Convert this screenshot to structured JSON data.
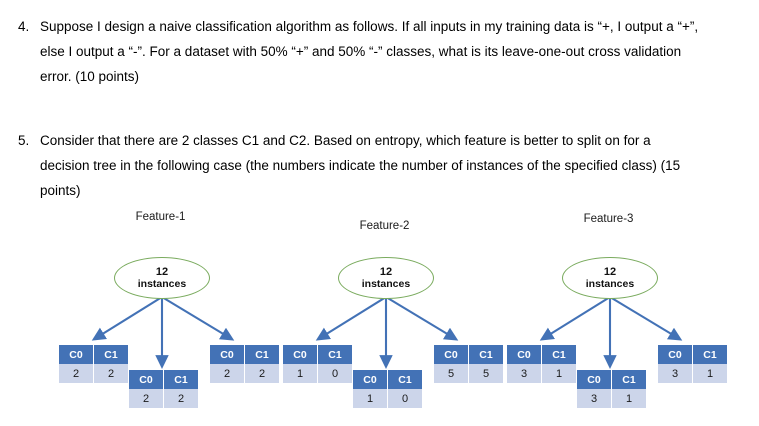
{
  "questions": [
    {
      "number": "4.",
      "text": "Suppose I design a naive classification algorithm as follows. If all inputs in my training data is “+, I output a “+”, else I output a “-”. For a dataset with 50% “+” and 50% “-” classes, what is its leave-one-out cross validation error. (10 points)"
    },
    {
      "number": "5.",
      "text": "Consider that there are 2 classes C1 and C2. Based on entropy, which feature is better to split on for a decision tree in the following case (the numbers indicate the number of instances of the specified class) (15 points)"
    }
  ],
  "colors": {
    "table_header_bg": "#4372b6",
    "table_header_text": "#ffffff",
    "table_cell_bg": "#ccd5ea",
    "arrow": "#4372b6",
    "ellipse_border": "#7aab5e",
    "page_bg": "#ffffff"
  },
  "diagram": {
    "column_headers": [
      "C0",
      "C1"
    ],
    "features": [
      {
        "title": "Feature-1",
        "root": {
          "count": "12",
          "label": "instances"
        },
        "branches": [
          {
            "position": "left",
            "headers": [
              "C0",
              "C1"
            ],
            "values": [
              "2",
              "2"
            ]
          },
          {
            "position": "mid",
            "headers": [
              "C0",
              "C1"
            ],
            "values": [
              "2",
              "2"
            ]
          },
          {
            "position": "right",
            "headers": [
              "C0",
              "C1"
            ],
            "values": [
              "2",
              "2"
            ]
          }
        ]
      },
      {
        "title": "Feature-2",
        "root": {
          "count": "12",
          "label": "instances"
        },
        "branches": [
          {
            "position": "left",
            "headers": [
              "C0",
              "C1"
            ],
            "values": [
              "1",
              "0"
            ]
          },
          {
            "position": "mid",
            "headers": [
              "C0",
              "C1"
            ],
            "values": [
              "1",
              "0"
            ]
          },
          {
            "position": "right",
            "headers": [
              "C0",
              "C1"
            ],
            "values": [
              "5",
              "5"
            ]
          }
        ]
      },
      {
        "title": "Feature-3",
        "root": {
          "count": "12",
          "label": "instances"
        },
        "branches": [
          {
            "position": "left",
            "headers": [
              "C0",
              "C1"
            ],
            "values": [
              "3",
              "1"
            ]
          },
          {
            "position": "mid",
            "headers": [
              "C0",
              "C1"
            ],
            "values": [
              "3",
              "1"
            ]
          },
          {
            "position": "right",
            "headers": [
              "C0",
              "C1"
            ],
            "values": [
              "3",
              "1"
            ]
          }
        ]
      }
    ]
  }
}
